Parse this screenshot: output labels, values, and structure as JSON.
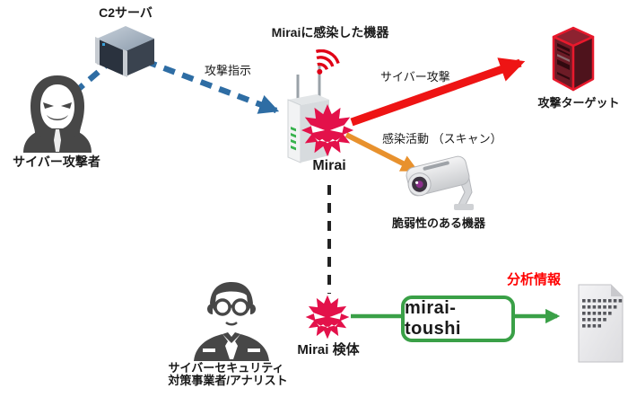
{
  "diagram": {
    "labels": {
      "c2_server": "C2サーバ",
      "attacker": "サイバー攻撃者",
      "attack_order": "攻撃指示",
      "infected_device": "Miraiに感染した機器",
      "mirai": "Mirai",
      "cyber_attack": "サイバー攻撃",
      "attack_target": "攻撃ターゲット",
      "scan_activity": "感染活動 （スキャン）",
      "vulnerable_device": "脆弱性のある機器",
      "mirai_sample": "Mirai 検体",
      "analyst_line1": "サイバーセキュリティ",
      "analyst_line2": "対策事業者/アナリスト",
      "analysis_info": "分析情報",
      "pipeline_box": "mirai-toushi"
    },
    "icons": {
      "c2": "server-box-icon",
      "attacker": "hooded-hacker-icon",
      "router": "wifi-router-icon",
      "wifi": "wifi-signal-icon",
      "malware": "malware-starburst-icon",
      "target": "server-rack-icon",
      "camera": "security-camera-icon",
      "analyst": "analyst-person-icon",
      "report": "document-icon"
    },
    "colors": {
      "command_arrow_blue": "#2e6da4",
      "attack_arrow_red": "#ee1414",
      "scan_arrow_orange": "#e8912d",
      "flow_green": "#3aa047",
      "malware_crimson": "#e3114a",
      "analysis_text_red": "#ff0000",
      "sample_link_black": "#222222"
    }
  }
}
